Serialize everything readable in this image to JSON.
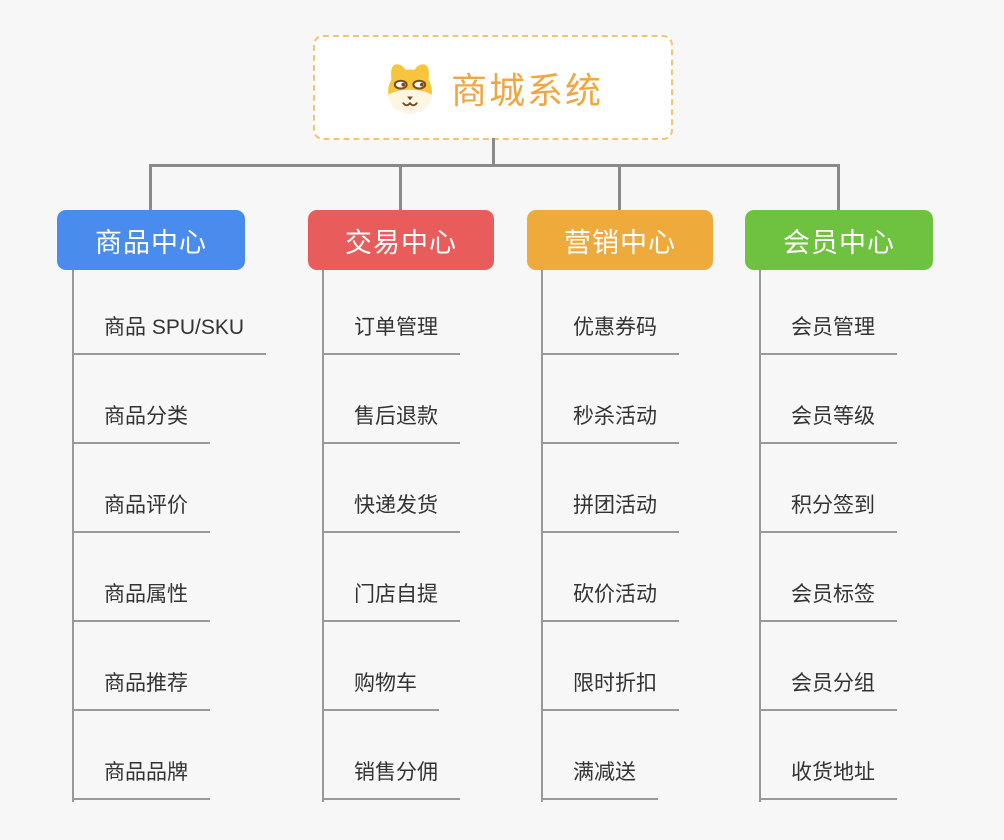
{
  "page": {
    "background_color": "#f7f7f7",
    "connector_color": "#8a8a8a",
    "leaf_line_color": "#999999"
  },
  "root": {
    "title": "商城系统",
    "icon": "dog-face-icon",
    "text_color": "#f0a742",
    "border_color": "#f3c376",
    "fill_color": "#ffffff"
  },
  "branches": [
    {
      "label": "商品中心",
      "color": "#4a8cee",
      "items": [
        "商品 SPU/SKU",
        "商品分类",
        "商品评价",
        "商品属性",
        "商品推荐",
        "商品品牌"
      ]
    },
    {
      "label": "交易中心",
      "color": "#e85d5b",
      "items": [
        "订单管理",
        "售后退款",
        "快递发货",
        "门店自提",
        "购物车",
        "销售分佣"
      ]
    },
    {
      "label": "营销中心",
      "color": "#eeab3c",
      "items": [
        "优惠券码",
        "秒杀活动",
        "拼团活动",
        "砍价活动",
        "限时折扣",
        "满减送"
      ]
    },
    {
      "label": "会员中心",
      "color": "#6ec23f",
      "items": [
        "会员管理",
        "会员等级",
        "积分签到",
        "会员标签",
        "会员分组",
        "收货地址"
      ]
    }
  ]
}
